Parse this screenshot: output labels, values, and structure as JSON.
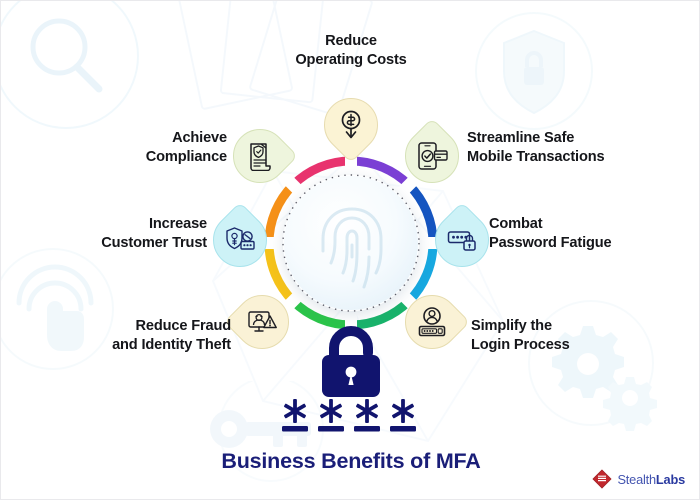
{
  "page": {
    "title": "Business Benefits of MFA",
    "background_color": "#ffffff",
    "title_color": "#1a1e78",
    "asterisks": "✱ ✱ ✱ ✱",
    "asterisk_count": 4
  },
  "hub": {
    "center_icon": "fingerprint-icon",
    "ring_segment_colors": [
      "#e8336e",
      "#7b3fd4",
      "#1555c0",
      "#17a8e0",
      "#19b36b",
      "#2bc44a",
      "#f5c21a",
      "#f59018"
    ]
  },
  "lock": {
    "icon": "padlock-icon",
    "color": "#11146e"
  },
  "benefits": [
    {
      "id": "reduce-operating-costs",
      "label": "Reduce\nOperating Costs",
      "icon": "money-down-arrow-icon",
      "bubble_color": "#fbf3d4",
      "bubble_border": "#e7dcb0",
      "position": "top"
    },
    {
      "id": "streamline-safe-mobile-transactions",
      "label": "Streamline Safe\nMobile Transactions",
      "icon": "mobile-payment-check-icon",
      "bubble_color": "#eef5dd",
      "bubble_border": "#d6e2b8",
      "position": "top-right"
    },
    {
      "id": "combat-password-fatigue",
      "label": "Combat\nPassword Fatigue",
      "icon": "password-lock-icon",
      "bubble_color": "#cdf2f7",
      "bubble_border": "#a8e3ec",
      "position": "right"
    },
    {
      "id": "simplify-the-login-process",
      "label": "Simplify the\nLogin Process",
      "icon": "user-login-icon",
      "bubble_color": "#faf2d6",
      "bubble_border": "#e6dcae",
      "position": "bottom-right"
    },
    {
      "id": "reduce-fraud-and-identity-theft",
      "label": "Reduce Fraud\nand Identity Theft",
      "icon": "fraud-alert-monitor-icon",
      "bubble_color": "#faf2d6",
      "bubble_border": "#e6dcae",
      "position": "bottom-left"
    },
    {
      "id": "increase-customer-trust",
      "label": "Increase\nCustomer Trust",
      "icon": "shield-key-icon",
      "bubble_color": "#cdf2f7",
      "bubble_border": "#a8e3ec",
      "position": "left"
    },
    {
      "id": "achieve-compliance",
      "label": "Achieve\nCompliance",
      "icon": "compliance-document-icon",
      "bubble_color": "#eef5dd",
      "bubble_border": "#d6e2b8",
      "position": "top-left"
    }
  ],
  "brand": {
    "name_light": "Stealth",
    "name_bold": "Labs",
    "logo_icon": "stealthlabs-diamond-logo",
    "logo_color": "#c1272d",
    "text_color": "#2a3aa0"
  },
  "watermarks": [
    {
      "id": "magnifier",
      "icon": "magnifier-icon"
    },
    {
      "id": "touch",
      "icon": "touch-fingerprint-icon"
    },
    {
      "id": "shield-lock",
      "icon": "shield-lock-icon"
    },
    {
      "id": "gears",
      "icon": "gears-icon"
    },
    {
      "id": "key",
      "icon": "key-icon"
    }
  ]
}
